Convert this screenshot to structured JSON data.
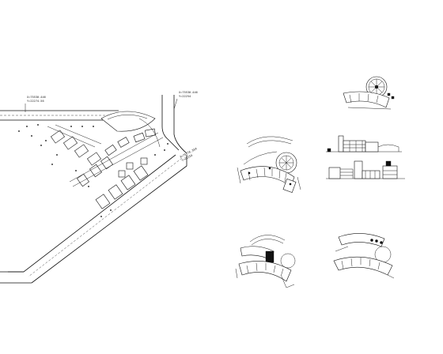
{
  "drawing": {
    "site_plan": {
      "coord_labels": [
        {
          "x_text": "X=75530.446",
          "y_text": "Y=22274.56"
        },
        {
          "x_text": "X=75530.446",
          "y_text": "Y=22254"
        },
        {
          "x_text": "X=75576.364",
          "y_text": "Y=22254"
        }
      ]
    },
    "views": [
      {
        "name": "first-floor-plan"
      },
      {
        "name": "roof-plan"
      },
      {
        "name": "elevations"
      },
      {
        "name": "second-floor-plan"
      },
      {
        "name": "third-floor-plan"
      }
    ]
  },
  "colors": {
    "line": "#111111",
    "background": "#ffffff"
  }
}
